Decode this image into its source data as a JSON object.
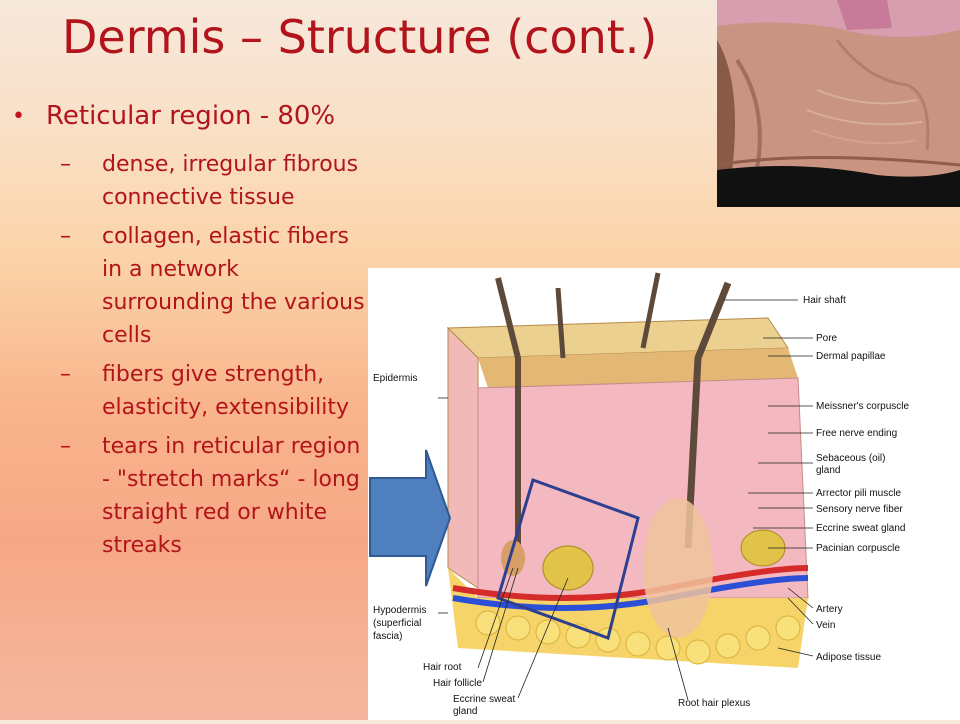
{
  "slide": {
    "title": "Dermis – Structure (cont.)",
    "bullet": "Reticular region - 80%",
    "sub_bullets": [
      "dense, irregular fibrous connective tissue",
      "collagen, elastic fibers in a network surrounding the various cells",
      "fibers give strength, elasticity, extensibility",
      "tears in reticular region - \"stretch marks“ - long straight red or white streaks"
    ]
  },
  "diagram": {
    "labels_right": [
      "Hair shaft",
      "Pore",
      "Dermal papillae",
      "Meissner's corpuscle",
      "Free nerve ending",
      "Sebaceous (oil)",
      "gland",
      "Arrector pili muscle",
      "Sensory nerve fiber",
      "Eccrine sweat gland",
      "Pacinian corpuscle",
      "Artery",
      "Vein",
      "Adipose tissue"
    ],
    "labels_left": [
      "Epidermis",
      "Hypodermis",
      "(superficial",
      "fascia)"
    ],
    "labels_bottom": [
      "Hair root",
      "Hair follicle",
      "Eccrine sweat",
      "gland",
      "Root hair plexus"
    ]
  },
  "colors": {
    "title": "#b2141c",
    "arrow": "#4f7fbf",
    "highlight_box": "#2f3f8f"
  }
}
